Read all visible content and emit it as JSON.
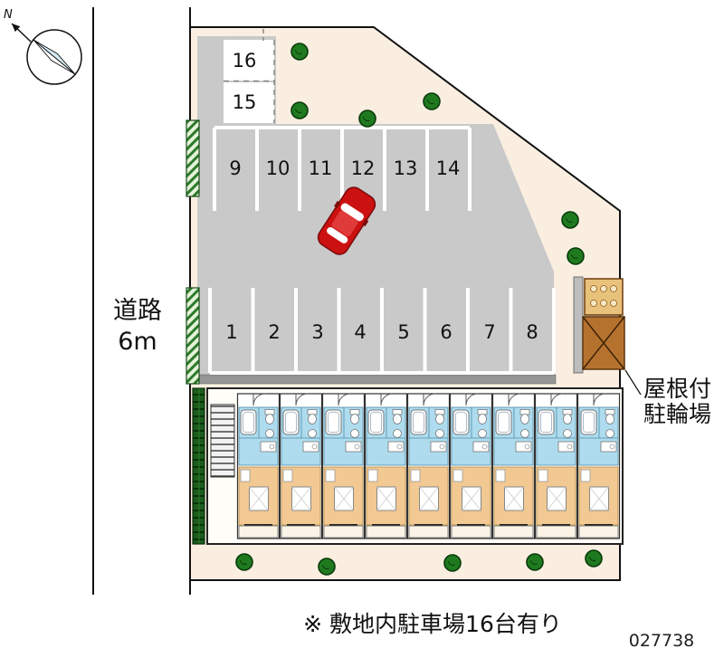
{
  "plan": {
    "road_label_line1": "道路",
    "road_label_line2": "6m",
    "compass_label": "N",
    "note": "※ 敷地内駐車場16台有り",
    "code": "027738"
  },
  "parking": {
    "upper_stalls": [
      "16",
      "15"
    ],
    "middle_row": [
      "9",
      "10",
      "11",
      "12",
      "13",
      "14"
    ],
    "lower_row": [
      "1",
      "2",
      "3",
      "4",
      "5",
      "6",
      "7",
      "8"
    ]
  },
  "bike_shed": {
    "label_line1": "屋根付",
    "label_line2": "駐輪場"
  },
  "colors": {
    "site_fill": "#faeee1",
    "parking_fill": "#c9c9c9",
    "tree_green": "#1f7a1f",
    "car_red": "#cc1111",
    "unit_blue": "#aedcee",
    "unit_tan": "#f2c992",
    "shed_brown": "#b5722f"
  }
}
